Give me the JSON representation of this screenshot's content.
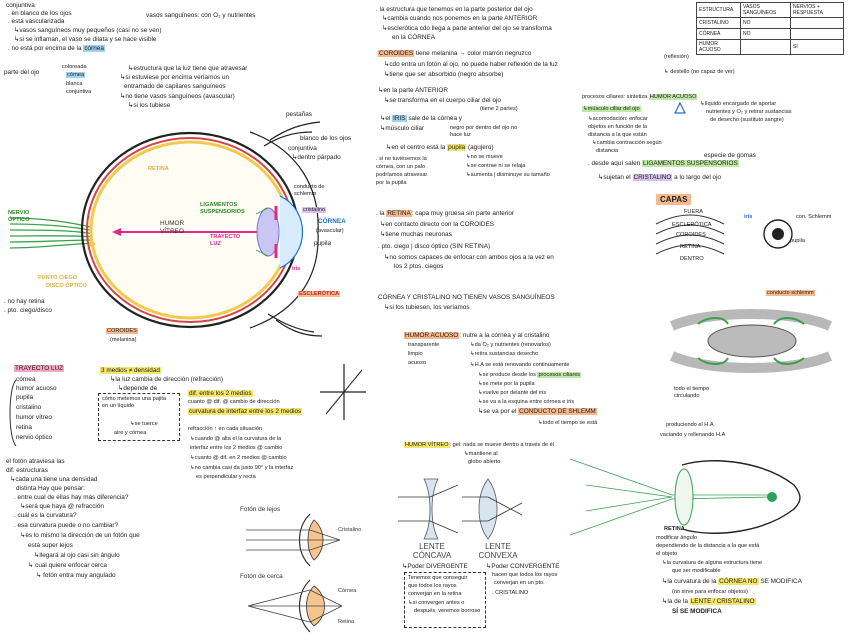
{
  "left_top": {
    "l1": "conjuntiva",
    "l2": ". en blanco de los ojos",
    "l3": ". está vascularizada",
    "l4": "↳vasos sanguíneos muy pequeños (casi no se ven)",
    "l5": "↳si se inflaman, el vaso se dilata y se hace visible",
    "l6": ". no está por encima de la",
    "l6b": "córnea",
    "vasos": "vasos sanguíneos: con O₂ y nutrientes",
    "parte_del_ojo": "parte del ojo",
    "coloreada": "coloreada",
    "blanca": "blanca",
    "iris": "córnea",
    "conjuntiva2": "conjuntiva",
    "struct1": "↳estructura que la luz tiene que atravesar",
    "struct2": "↳si estuviese por encima veríamos un",
    "struct3": "entramado de capilares sanguíneos",
    "struct4": "↳no tiene vasos sanguíneos (avascular)",
    "struct5": "↳si los tubiese"
  },
  "eye_labels": {
    "pestanas": "pestañas",
    "blanco": "blanco de los ojos",
    "conjuntiva": "conjuntiva",
    "parpado": "↳dentro párpado",
    "retina": "RETINA",
    "nervio": "NERVIO ÓPTICO",
    "ligamentos": "LIGAMENTOS SUSPENSORIOS",
    "humor_vitreo": "HUMOR VÍTREO",
    "trayecto_luz": "TRAYECTO LUZ",
    "conducto": "conducto de schlemm",
    "cristalino": "cristalino",
    "cornea": "CÓRNEA",
    "avascular": "(avascular)",
    "pupila": "pupila",
    "iris": "iris",
    "esclerotica": "ESCLERÓTICA",
    "punto_ciego": "PUNTO CIEGO",
    "disco_optico": "DISCO ÓPTICO",
    "coroides": "COROIDES",
    "melanina": "(melanina)",
    "no_hay_retina": ". no hay retina",
    "pto_ciego": ". pto. ciego/disco"
  },
  "trayecto": {
    "title": "TRAYECTO LUZ",
    "items": [
      "córnea",
      "humor acuoso",
      "pupila",
      "cristalino",
      "humor vítreo",
      "retina",
      "nervio óptico"
    ],
    "densidad": "3 medios ≠ densidad",
    "d1": "↳la luz cambia de dirección (refracción)",
    "d2": "↳depende de",
    "d3": "dif. entre los 2 medios",
    "d4": "cuanto @ dif. @ cambio de dirección",
    "d5": "curvatura de interfaz entre los 2 medios",
    "box1": "cómo metemos una pajita en un líquido",
    "box2": "↳se tuerce",
    "box3": "aire y córnea",
    "r1": "refracción ↑ en cada situación",
    "r2": "↳cuando @ alta el la curvatura de la",
    "r3": "interfaz entre los 2 medios @ cambio",
    "r4": "↳cuanto @ dif. en 2 medios @ cambio",
    "r5": "↳no cambia casi da justo 90° y la interfaz",
    "r6": "es perpendicular y recta"
  },
  "foton": {
    "l1": "el fotón atraviesa las",
    "l2": "dif. estructuras",
    "l3": "↳cada una tiene una densidad",
    "l4": "distinta Hay que pensar:",
    "l5": ". entre cual de ellas hay más diferencia?",
    "l6": "↳será que haya @ refracción",
    "l7": ". cuál es la curvatura?",
    "l8": ". esa curvatura puede o no cambiar?",
    "l9": "↳es lo mismo la dirección de un fotón que",
    "l10": "está super lejos",
    "l11": "↳llegará al ojo casi sin ángulo",
    "l12": "↳ cuál quiere enfocar cerca",
    "l13": "↳ fotón entra muy angulado"
  },
  "photos": {
    "lejos": "Fotón de lejos",
    "cristalino": "Cristalino",
    "cerca": "Fotón de cerca",
    "cornea": "Córnea",
    "retina": "Retina"
  },
  "lentes": {
    "concava": "LENTE CÓNCAVA",
    "convexa": "LENTE CONVEXA",
    "divergente": "↳Poder DIVERGENTE",
    "convergente": "↳Poder CONVERGENTE",
    "c1": "hacen que todos los rayos",
    "c2": "converjan en un pto.",
    "c3": ". CRISTALINO",
    "box1": "Tenemos que conseguir",
    "box2": "que todos los rayos",
    "box3": "converjan en la retina",
    "box4": "↳si convergen antes o",
    "box5": "después, veremos borroso"
  },
  "center_top": {
    "l1": ". la estructura que tenemos en la parte posterior del ojo",
    "l2": "↳cambia cuando nos ponemos en la parte ANTERIOR",
    "l3": "↳esclerótica cdo llega a parte anterior del ojo se transforma",
    "l4": "en la CÓRNEA",
    "coroides": "COROIDES",
    "c1": "tiene melanina → color marrón negruzco",
    "c2": "↳cdo entra un fotón al ojo, no puede haber reflexión de la luz",
    "c3": "(reflexión)",
    "c4": "↳tiene que ser absorbido (negro absorbe)",
    "c5": "↳ destello (no capaz de ver)",
    "a1": "↳en la parte ANTERIOR",
    "a2": "↳se transforma en el cuerpo ciliar del ojo",
    "a3": "(tiene 2 partes)",
    "iris1": "↳el",
    "iris": "IRIS",
    "iris2": "sale de la córnea y",
    "m1": "↳músculo ciliar",
    "m2": "negro por dentro del ojo no hace luz",
    "m3": "↳en el centro está la",
    "pupila": "pupila",
    "m4": "(agujero)",
    "m5": ". si no tuviésemos la",
    "m6": "córnea, con un palo",
    "m7": "podríamos atravesar",
    "m8": "por la pupila",
    "m9": "↳no se mueve",
    "m10": "↳se contrae ni se relaja",
    "m11": "↳aumenta | disminuye su tamaño",
    "p1": "procesos ciliares: sintetiza",
    "humor_acuoso": "HUMOR ACUOSO",
    "p2": "↳líquido encargado de aportar",
    "p3": "nutrientes y O₂ y retirar sustancias",
    "p4": "de desecho (sustituto sangre)",
    "mc": "↳músculo ciliar del ojo",
    "mc1": "↳acomodación: enfocar",
    "mc2": "objetos en función de la",
    "mc3": "distancia a la que están",
    "mc4": "↳cambia contracción según",
    "mc5": "distancia",
    "esp": "especie de gomas",
    "desde": ". desde aquí salen",
    "lig": "LIGAMENTOS SUSPENSORIOS",
    "suj": "↳sujetan el",
    "cristalino": "CRISTALINO",
    "suj2": "a lo largo del ojo"
  },
  "structure_table": {
    "headers": [
      "ESTRUCTURA",
      "VASOS SANGUÍNEOS",
      "NERVIOS + RESPUESTA"
    ],
    "rows": [
      [
        "CRISTALINO",
        "NO",
        ""
      ],
      [
        "CÓRNEA",
        "NO",
        ""
      ],
      [
        "HUMOR ACUOSO",
        "",
        "SÍ"
      ]
    ]
  },
  "retina_sec": {
    "l1": ". la",
    "retina": "RETINA",
    "l2": ": capa muy gruesa sin parte anterior",
    "l3": "↳en contacto directo con la COROIDES",
    "l4": "↳tiene muchas neuronas",
    "l5": ". pto. ciego | disco óptico (SIN RETINA)",
    "l6": "↳no somos capaces de enfocar con ambos ojos a la vez en",
    "l7": "los 2 ptos. ciegos",
    "capas_title": "CAPAS",
    "capas": [
      "FUERA",
      "ESCLERÓTICA",
      "COROIDES",
      "RETINA",
      "DENTRO"
    ],
    "iris_lbl": "iris",
    "con_schlemm": "con. Schlemm",
    "pupila_lbl": "pupila"
  },
  "cornea_sec": {
    "l1": "CÓRNEA Y CRISTALINO NO TIENEN VASOS SANGUÍNEOS",
    "l2": "↳si los tubiesen, los veríamos",
    "conducto": "conducto schlemm"
  },
  "humor_sec": {
    "title": "HUMOR ACUOSO",
    "t1": ": nutre a la córnea y al cristalino",
    "a1": "transparente",
    "a2": "limpio",
    "a3": "acuoso",
    "b1": "↳da O₂ y nutrientes (renovarlos)",
    "b2": "↳retira sustancias desecho",
    "b3": "↳H.A se está renovando continuamente",
    "b4": "↳se produce desde los",
    "procesos": "procesos ciliares",
    "b5": "↳se mete por la pupila",
    "b6": "↳vuelve por delante del iris",
    "b7": "↳se va a la esquina entre córnea e iris",
    "b8": "↳se va por el",
    "schlemm": "CONDUCTO DE SHLEMM",
    "b9": "↳todo el tiempo se está",
    "b10": "produciendo el H.A",
    "b11": "vaciando y rellenando H.A",
    "circ": "todo el tiempo circulando",
    "vitreo": "HUMOR VÍTREO",
    "v1": ": gel: nada se mueve dentro a través de él",
    "v2": "↳mantiene al",
    "v3": "globo abierto"
  },
  "acomod": {
    "r_title": "RETINA",
    "r1": "modificar ángulo",
    "r2": "dependiendo de la distancia a la que está",
    "r3": "el objeto",
    "r4": "↳la curvatura de alguna estructura tiene",
    "r5": "que ser modificable",
    "r6": "↳la curvatura de la",
    "cornea_no": "CÓRNEA NO",
    "r7": "SE MODIFICA",
    "r8": "(no sirve para enfocar objetos)",
    "r9": "↳la de la",
    "lente": "LENTE / CRISTALINO",
    "r10": "SÍ SE MODIFICA"
  },
  "colors": {
    "blue": "#9fd3f2",
    "orange": "#f6b98f",
    "pink": "#f3a6c6",
    "green": "#bfe8a6",
    "yellow": "#f4e66b"
  }
}
